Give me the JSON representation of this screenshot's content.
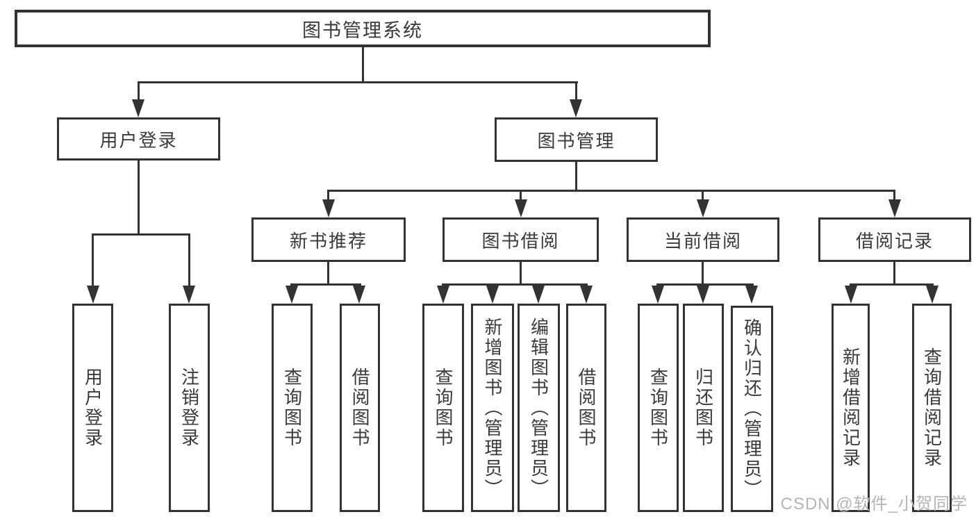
{
  "diagram": {
    "title": "图书管理系统",
    "level2": {
      "user_login": {
        "label": "用户登录",
        "children": [
          "用户登录",
          "注销登录"
        ]
      },
      "book_management": {
        "label": "图书管理",
        "sections": [
          {
            "label": "新书推荐",
            "children": [
              "查询图书",
              "借阅图书"
            ]
          },
          {
            "label": "图书借阅",
            "children": [
              "查询图书",
              "新增图书（管理员）",
              "编辑图书（管理员）",
              "借阅图书"
            ]
          },
          {
            "label": "当前借阅",
            "children": [
              "查询图书",
              "归还图书",
              "确认归还（管理员）"
            ]
          },
          {
            "label": "借阅记录",
            "children": [
              "新增借阅记录",
              "查询借阅记录"
            ]
          }
        ]
      }
    }
  },
  "watermark": "CSDN @软件_小贺同学",
  "colors": {
    "line": "#333333",
    "text": "#3a3a3a",
    "watermark": "#b5b5b5",
    "background": "#ffffff"
  }
}
